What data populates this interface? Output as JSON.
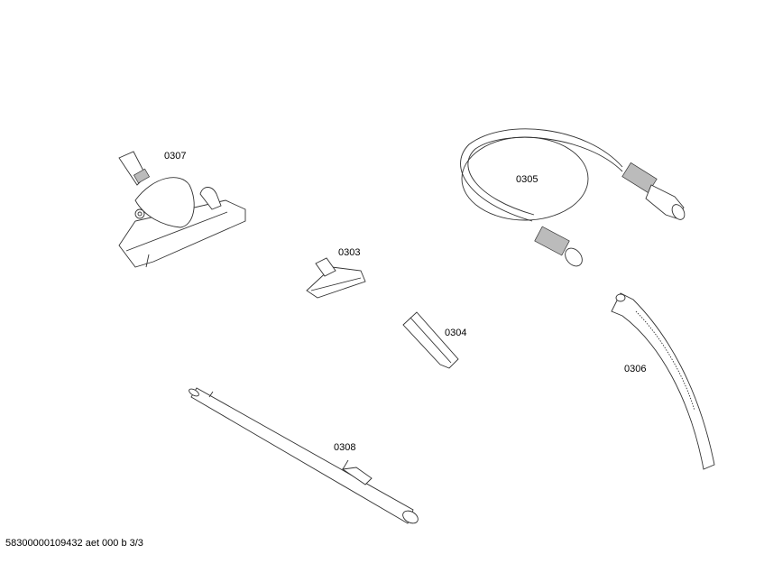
{
  "parts": [
    {
      "id": "floor-nozzle",
      "label": "0307"
    },
    {
      "id": "upholstery-nozzle",
      "label": "0303"
    },
    {
      "id": "crevice-nozzle",
      "label": "0304"
    },
    {
      "id": "hose",
      "label": "0305"
    },
    {
      "id": "handle",
      "label": "0306"
    },
    {
      "id": "tube",
      "label": "0308"
    }
  ],
  "footer": "58300000109432 aet 000 b 3/3"
}
